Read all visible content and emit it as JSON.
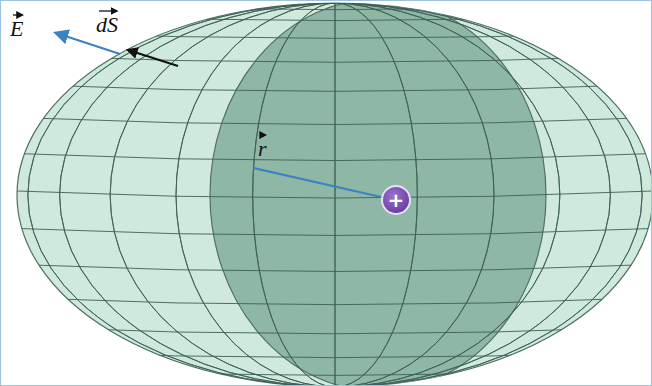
{
  "diagram": {
    "nodes": [
      {
        "text": [
          "+"
        ]
      }
    ],
    "labels": [
      "E",
      "dS",
      "r"
    ]
  }
}
